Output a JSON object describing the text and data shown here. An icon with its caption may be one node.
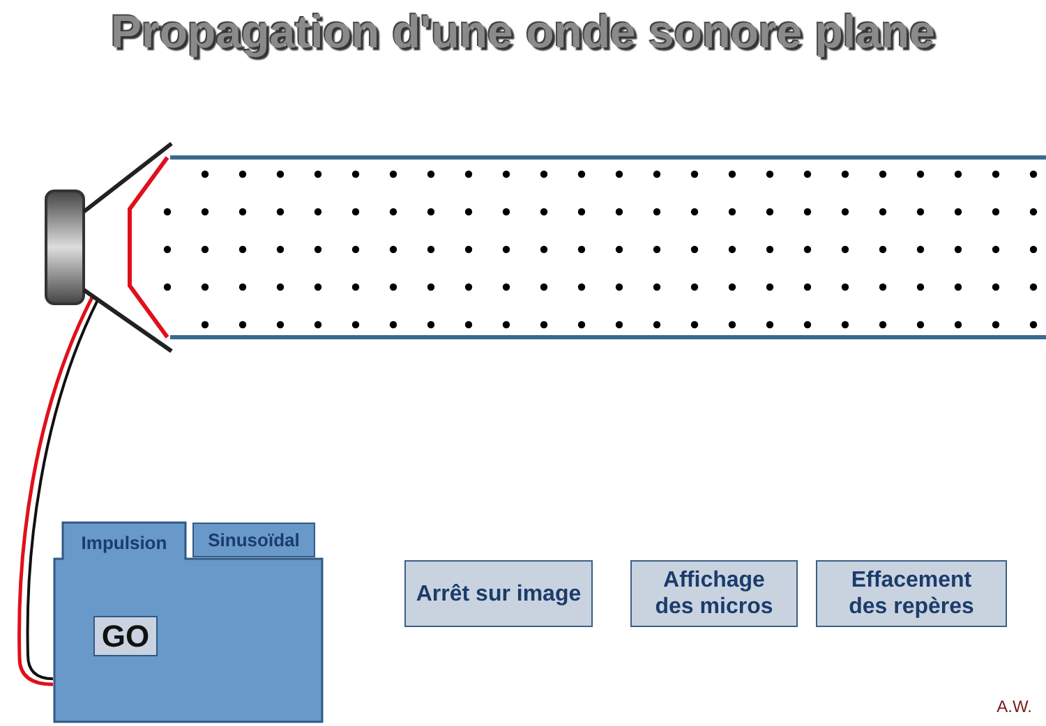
{
  "diagram": {
    "title": "Propagation d'une onde sonore plane",
    "nodes": [
      {
        "text": [],
        "shape": "picture"
      },
      {
        "text": [],
        "shape": "box"
      },
      {
        "text": [
          "Impulsion"
        ],
        "in": 1
      },
      {
        "text": [
          "Sinusoïdal"
        ],
        "in": 1
      },
      {
        "text": [
          "GO"
        ],
        "in": 1
      },
      {
        "text": [
          "Arrêt sur image"
        ]
      },
      {
        "text": [
          "Affichage des micros"
        ]
      },
      {
        "text": [
          "Effacement des repères"
        ]
      }
    ],
    "edges": [
      {
        "from": 1,
        "to": 0,
        "arrow": "none"
      }
    ],
    "labels": [
      "A.W."
    ]
  }
}
